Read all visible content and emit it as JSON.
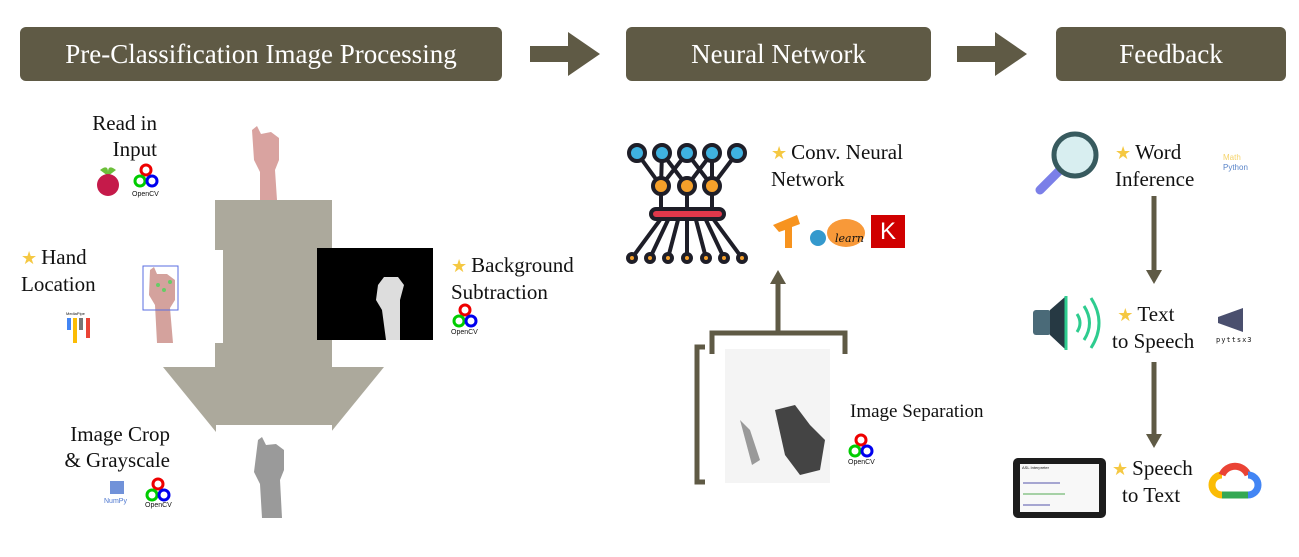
{
  "headers": {
    "preprocessing": "Pre-Classification Image Processing",
    "neural_network": "Neural Network",
    "feedback": "Feedback"
  },
  "preprocessing": {
    "read_input": {
      "line1": "Read in",
      "line2": "Input"
    },
    "hand_location": {
      "line1": "Hand",
      "line2": "Location"
    },
    "background_subtraction": {
      "line1": "Background",
      "line2": "Subtraction"
    },
    "image_crop": {
      "line1": "Image Crop",
      "line2": "& Grayscale"
    },
    "logos": {
      "opencv": "OpenCV",
      "mediapipe": "MediaPipe",
      "numpy": "NumPy"
    }
  },
  "neural_network": {
    "cnn": {
      "line1": "Conv. Neural",
      "line2": "Network"
    },
    "image_separation": "Image Separation",
    "logos": {
      "sklearn": "learn",
      "keras": "K",
      "opencv": "OpenCV"
    }
  },
  "feedback": {
    "word_inference": {
      "line1": "Word",
      "line2": "Inference"
    },
    "math_python": {
      "line1": "Math",
      "line2": "Python"
    },
    "text_to_speech": {
      "line1": "Text",
      "line2": "to Speech"
    },
    "pyttsx3": "pyttsx3",
    "speech_to_text": {
      "line1": "Speech",
      "line2": "to Text"
    },
    "tablet_title": "ASL Interpreter"
  },
  "colors": {
    "header": "#5f5a45",
    "arrow": "#5f5a45",
    "flow_arrow": "#aca99c",
    "star": "#f5c842"
  }
}
